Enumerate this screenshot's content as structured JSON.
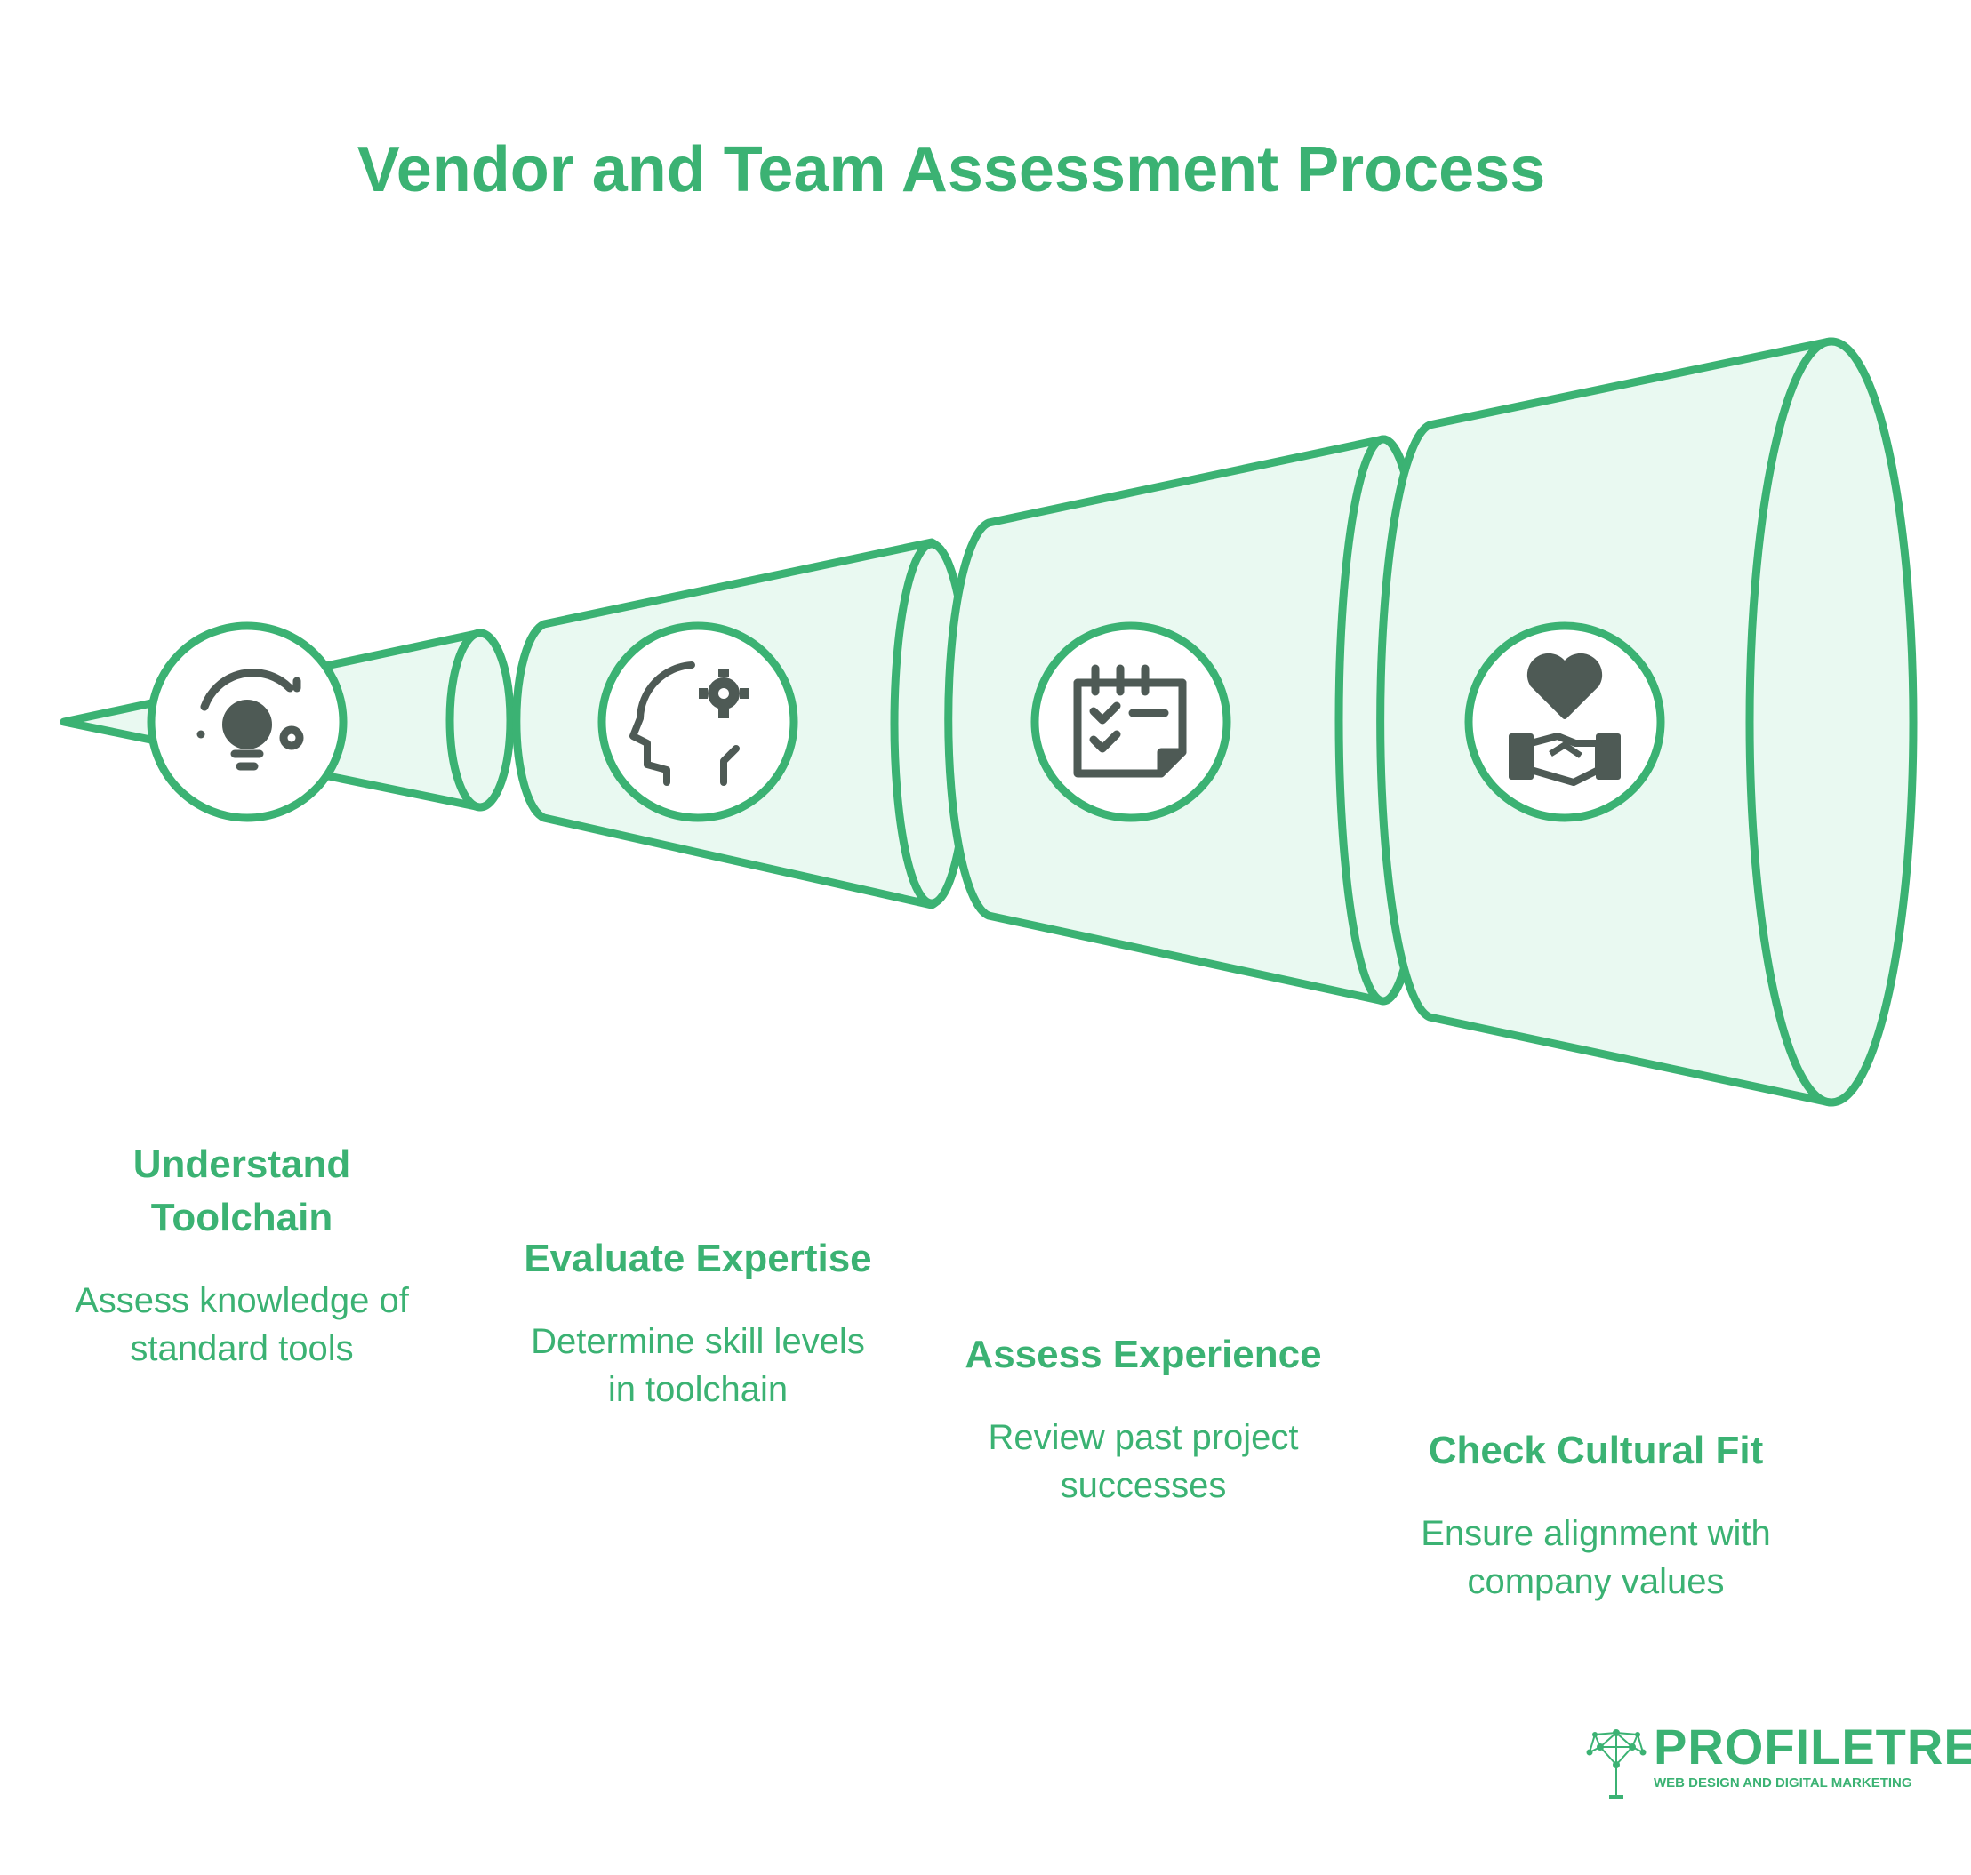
{
  "title": "Vendor and Team Assessment Process",
  "colors": {
    "accent": "#3bb273",
    "fill": "#e9f9f1",
    "icon": "#4e5a55"
  },
  "steps": [
    {
      "title": "Understand Toolchain",
      "description": "Assess knowledge of standard tools",
      "icon": "lightbulb-cycle-icon"
    },
    {
      "title": "Evaluate Expertise",
      "description": "Determine skill levels in toolchain",
      "icon": "head-gear-icon"
    },
    {
      "title": "Assess Experience",
      "description": "Review past project successes",
      "icon": "calendar-checklist-icon"
    },
    {
      "title": "Check Cultural Fit",
      "description": "Ensure alignment with company values",
      "icon": "heart-handshake-icon"
    }
  ],
  "logo": {
    "name": "PROFILETREE",
    "tagline": "WEB DESIGN AND DIGITAL MARKETING"
  }
}
